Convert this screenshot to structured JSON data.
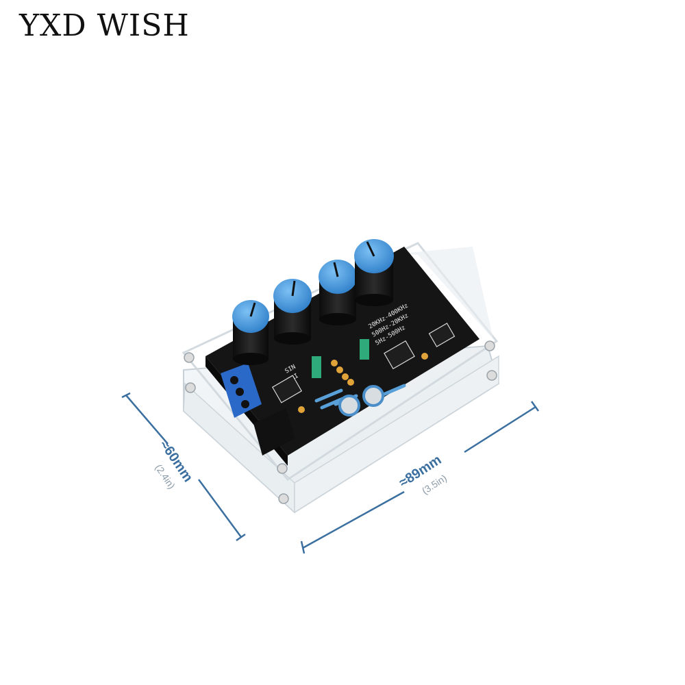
{
  "brand": {
    "name": "YXD WISH"
  },
  "dimensions": {
    "depth": {
      "label": "≈60mm",
      "sub": "(2.4in)"
    },
    "length": {
      "label": "≈89mm",
      "sub": "(3.5in)"
    }
  },
  "board": {
    "silkscreen": {
      "freq_ranges": [
        "20KHz-400KHz",
        "500Hz-20KHz",
        "5Hz-500Hz"
      ],
      "waveforms": [
        "SIN",
        "TRI"
      ]
    }
  },
  "colors": {
    "accent": "#3a6fa0",
    "knob_cap": "#3f8fd6",
    "pcb": "#151515",
    "terminal": "#2b69c9"
  }
}
